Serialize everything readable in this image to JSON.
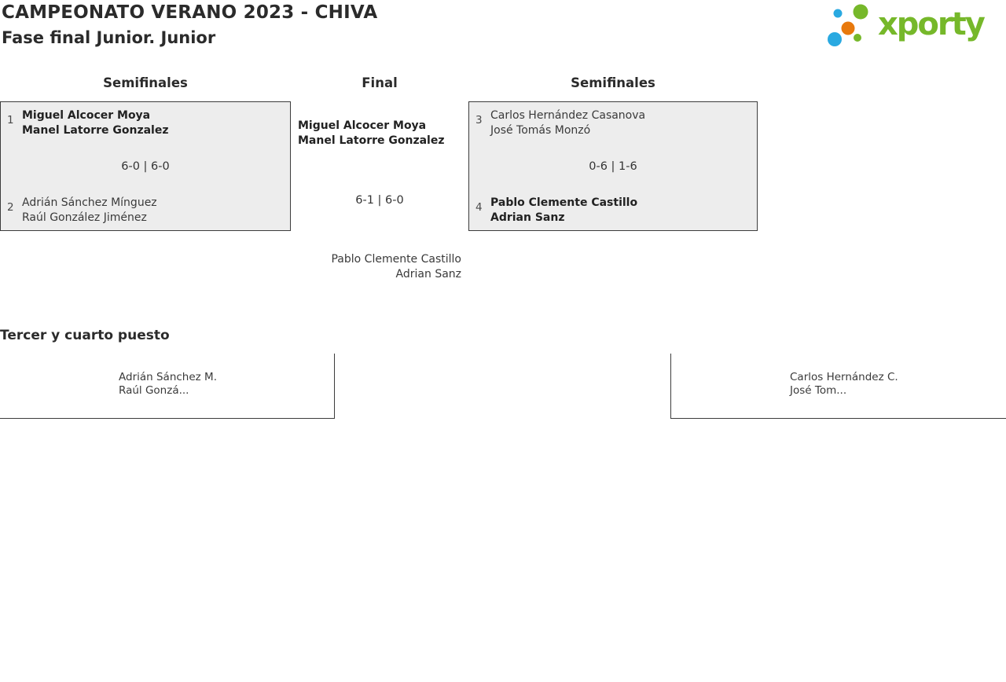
{
  "header": {
    "title": "CAMPEONATO VERANO 2023 - CHIVA",
    "subtitle": "Fase final Junior. Junior",
    "logo_text": "xporty"
  },
  "colors": {
    "logo_green": "#76b82a",
    "logo_blue": "#29a9e1",
    "logo_orange": "#e8790d",
    "box_fill": "#ededed",
    "box_border": "#3c3c3c",
    "text": "#333333"
  },
  "rounds": {
    "left": "Semifinales",
    "center": "Final",
    "right": "Semifinales"
  },
  "bracket": {
    "semifinal_left": {
      "seed_top": "1",
      "team_top": [
        "Miguel Alcocer Moya",
        "Manel Latorre Gonzalez"
      ],
      "score": "6-0 | 6-0",
      "seed_bottom": "2",
      "team_bottom": [
        "Adrián Sánchez Mínguez",
        "Raúl González Jiménez"
      ],
      "winner": "top"
    },
    "final": {
      "team_top": [
        "Miguel Alcocer Moya",
        "Manel Latorre Gonzalez"
      ],
      "score": "6-1 | 6-0",
      "team_bottom": [
        "Pablo Clemente Castillo",
        "Adrian Sanz"
      ],
      "winner": "top"
    },
    "semifinal_right": {
      "seed_top": "3",
      "team_top": [
        "Carlos Hernández Casanova",
        "José Tomás Monzó"
      ],
      "score": "0-6 | 1-6",
      "seed_bottom": "4",
      "team_bottom": [
        "Pablo Clemente Castillo",
        "Adrian Sanz"
      ],
      "winner": "bottom"
    }
  },
  "third_place": {
    "heading": "Tercer y cuarto puesto",
    "left_box": {
      "team": [
        "Adrián Sánchez M.",
        "Raúl Gonzá..."
      ]
    },
    "right_box": {
      "team": [
        "Carlos Hernández C.",
        "José Tom..."
      ]
    }
  }
}
